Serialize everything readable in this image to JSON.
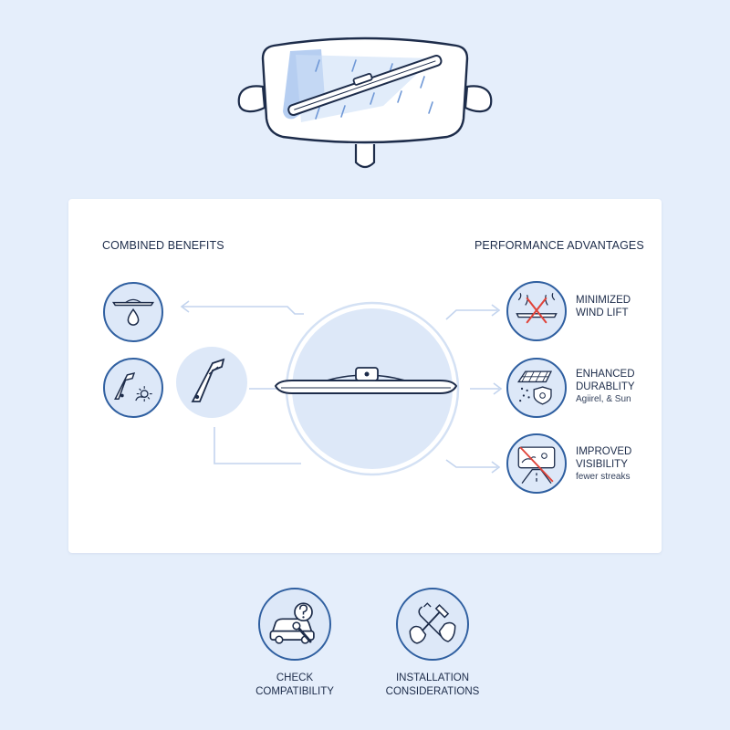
{
  "card": {
    "left_heading": "COMBINED BENEFITS",
    "right_heading": "PERFORMANCE ADVANTAGES"
  },
  "advantages": [
    {
      "title_line1": "MINIMIZED",
      "title_line2": "WIND LIFT",
      "subtitle": ""
    },
    {
      "title_line1": "ENHANCED",
      "title_line2": "DURABLITY",
      "subtitle": "Agiirel, & Sun"
    },
    {
      "title_line1": "IMPROVED",
      "title_line2": "VISIBILITY",
      "subtitle": "fewer streaks"
    }
  ],
  "footer": [
    {
      "line1": "CHECK",
      "line2": "COMPATIBILITY",
      "icon": "car-question-icon"
    },
    {
      "line1": "INSTALLATION",
      "line2": "CONSIDERATIONS",
      "icon": "hands-tool-icon"
    }
  ],
  "colors": {
    "background": "#e5eefb",
    "card": "#ffffff",
    "accent": "#2f5fa0",
    "circle_fill": "#dde8f8",
    "alert": "#e0443a"
  }
}
